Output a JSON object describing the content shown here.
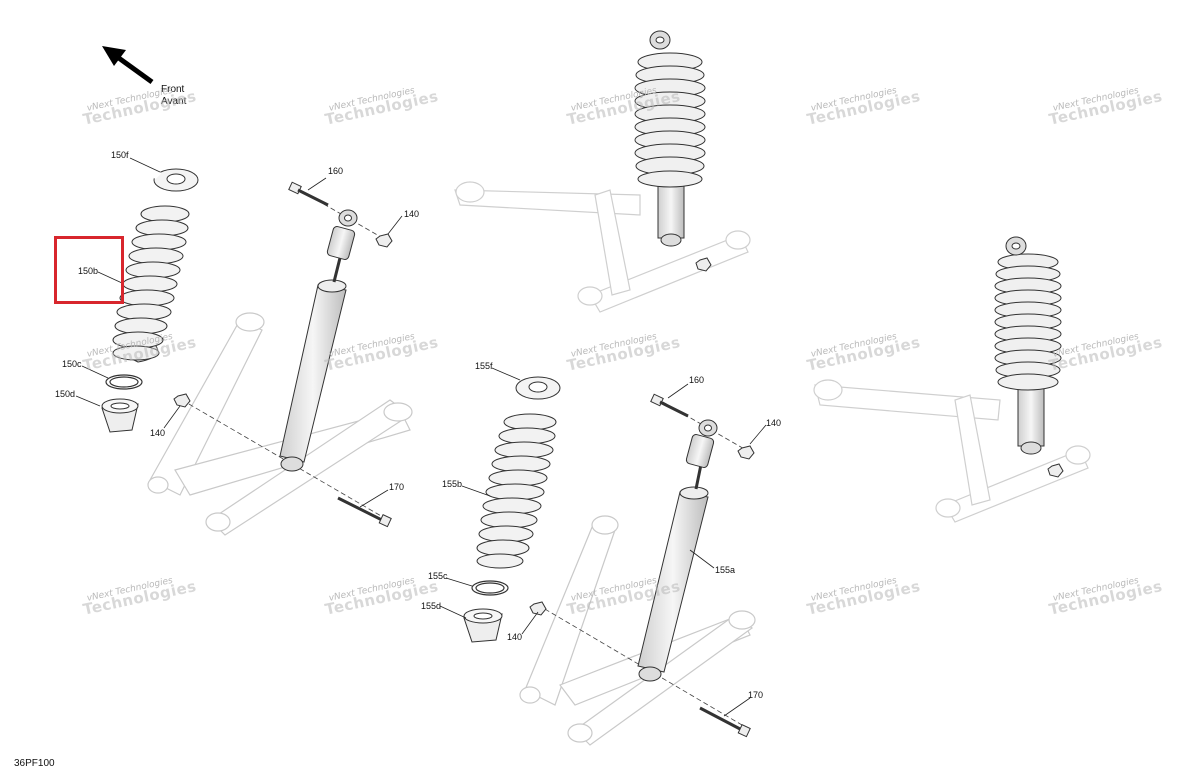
{
  "direction": {
    "line1": "Front",
    "line2": "Avant",
    "arrow_icon": "arrow-up-left-icon"
  },
  "watermark": {
    "line1": "vNext Technologies",
    "line2": "Technologies"
  },
  "callouts": [
    {
      "id": "150f",
      "text": "150f"
    },
    {
      "id": "150b",
      "text": "150b"
    },
    {
      "id": "150c",
      "text": "150c"
    },
    {
      "id": "150d",
      "text": "150d"
    },
    {
      "id": "140-a",
      "text": "140"
    },
    {
      "id": "140-b",
      "text": "140"
    },
    {
      "id": "160-a",
      "text": "160"
    },
    {
      "id": "170-a",
      "text": "170"
    },
    {
      "id": "155f",
      "text": "155f"
    },
    {
      "id": "155b",
      "text": "155b"
    },
    {
      "id": "155c",
      "text": "155c"
    },
    {
      "id": "155d",
      "text": "155d"
    },
    {
      "id": "140-c",
      "text": "140"
    },
    {
      "id": "140-d",
      "text": "140"
    },
    {
      "id": "160-b",
      "text": "160"
    },
    {
      "id": "155a",
      "text": "155a"
    },
    {
      "id": "170-b",
      "text": "170"
    }
  ],
  "figure_code": "36PF100",
  "highlight": {
    "target": "150b",
    "color": "#d8262d"
  }
}
